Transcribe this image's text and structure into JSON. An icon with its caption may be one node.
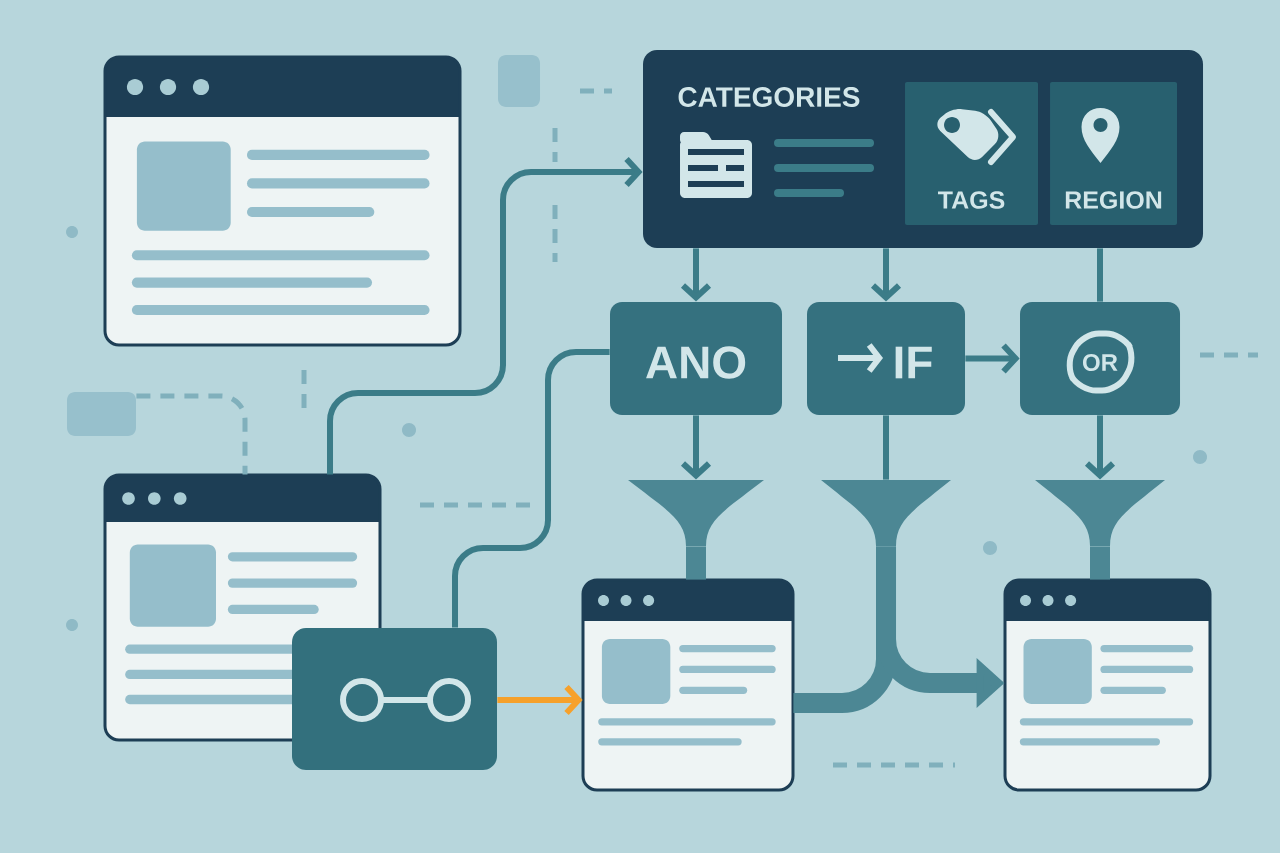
{
  "diagram": {
    "nodes": [
      {
        "text": [],
        "shape": "window"
      },
      {
        "text": [
          "CATEGORIES"
        ]
      },
      {
        "text": [
          "TAGS"
        ],
        "in": 1
      },
      {
        "text": [
          "REGION"
        ],
        "in": 1
      },
      {
        "text": [
          "ANO"
        ]
      },
      {
        "text": [
          "IF"
        ]
      },
      {
        "text": [
          "OR"
        ]
      },
      {
        "text": [],
        "shape": "box"
      },
      {
        "text": [],
        "shape": "window"
      },
      {
        "text": [],
        "shape": "funnel"
      },
      {
        "text": [],
        "shape": "funnel"
      },
      {
        "text": [],
        "shape": "funnel"
      },
      {
        "text": [],
        "shape": "box"
      },
      {
        "text": [],
        "shape": "window"
      },
      {
        "text": [],
        "shape": "window"
      }
    ],
    "edges": [
      {
        "from": 8,
        "to": 1,
        "arrow": "to"
      },
      {
        "from": 12,
        "to": 4,
        "arrow": "none"
      },
      {
        "from": 1,
        "to": 4,
        "arrow": "to"
      },
      {
        "from": 1,
        "to": 5,
        "arrow": "to"
      },
      {
        "from": 1,
        "to": 6,
        "arrow": "none"
      },
      {
        "from": 5,
        "to": 6,
        "arrow": "to"
      },
      {
        "from": 4,
        "to": 9,
        "arrow": "to"
      },
      {
        "from": 5,
        "to": 10,
        "arrow": "none"
      },
      {
        "from": 6,
        "to": 11,
        "arrow": "to"
      },
      {
        "from": 9,
        "to": 13,
        "arrow": "none",
        "style": "thick",
        "color": "#4c8794"
      },
      {
        "from": 10,
        "to": 13,
        "arrow": "none",
        "style": "thick",
        "color": "#4c8794"
      },
      {
        "from": 10,
        "to": 14,
        "arrow": "to",
        "style": "thick",
        "color": "#4c8794"
      },
      {
        "from": 11,
        "to": 14,
        "arrow": "none",
        "style": "thick",
        "color": "#4c8794"
      },
      {
        "from": 12,
        "to": 13,
        "arrow": "to",
        "color": "#f6a12b"
      },
      {
        "from": 7,
        "to": 8,
        "arrow": "none",
        "style": "dashed",
        "color": "#80b0bc"
      }
    ]
  }
}
